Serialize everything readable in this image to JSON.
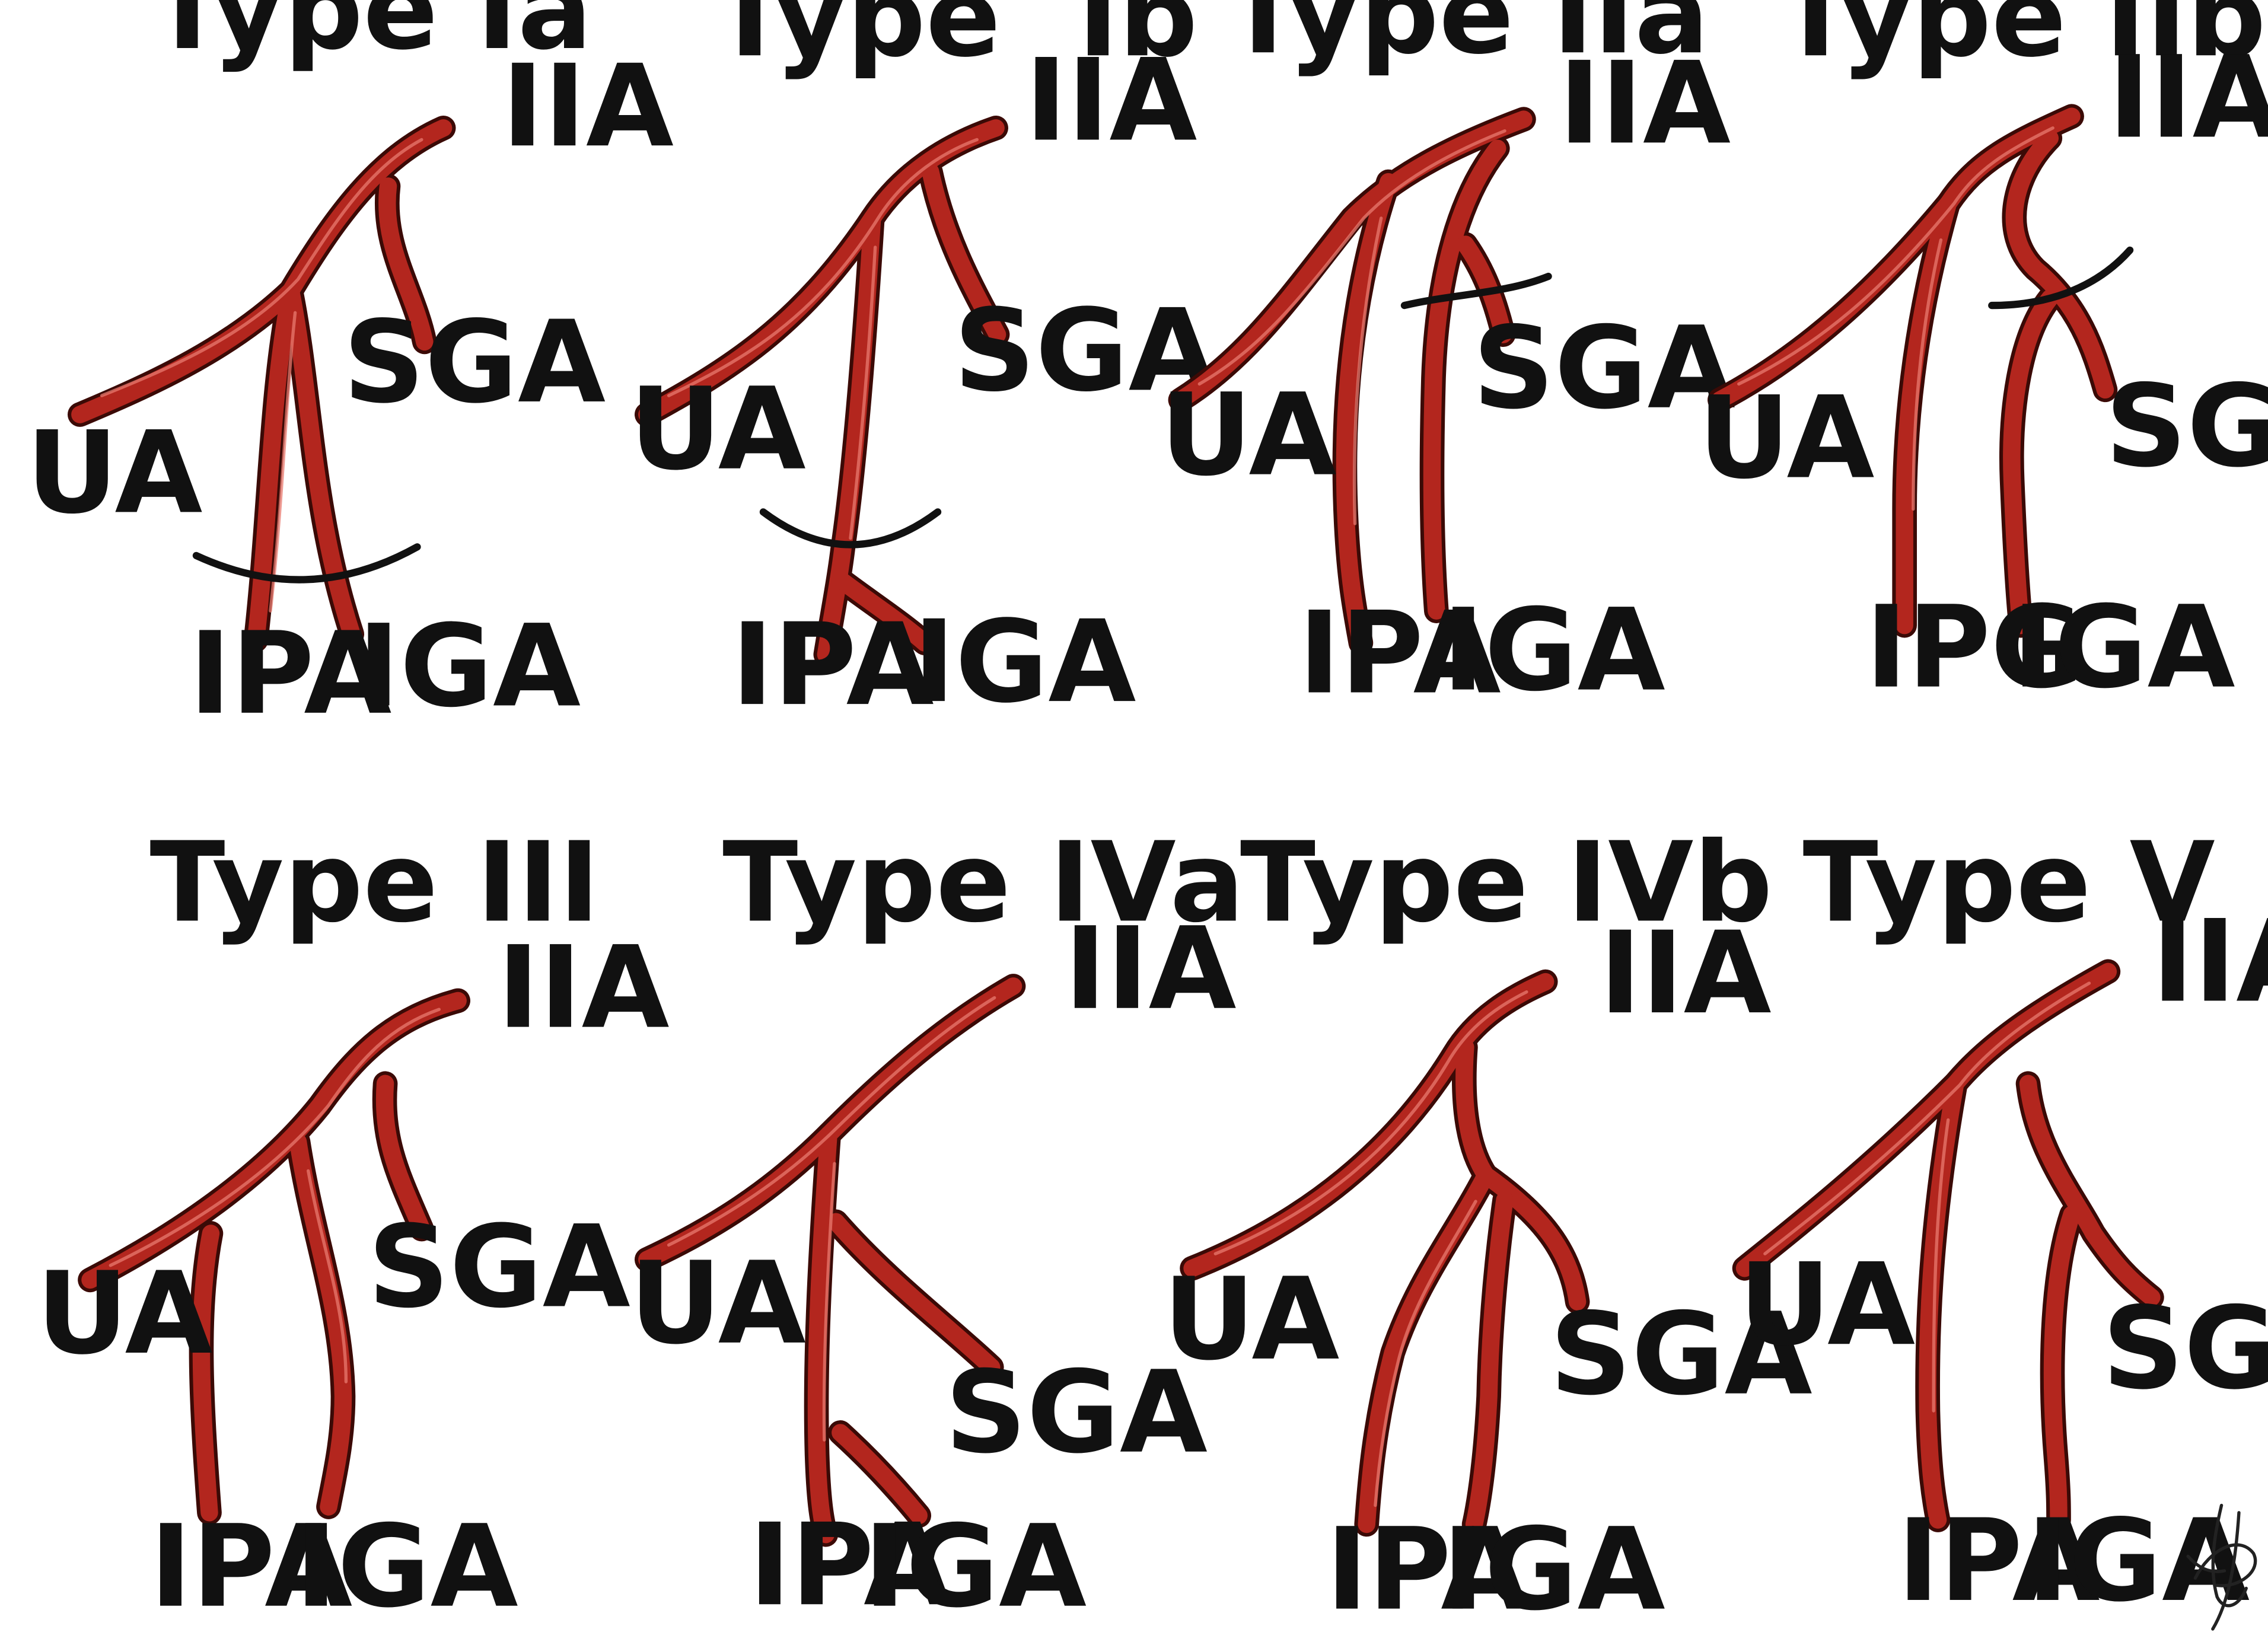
{
  "colors": {
    "vessel_fill": "#b3261e",
    "vessel_outline": "#3b0a06",
    "vessel_highlight": "#e8796f",
    "ligature": "#111111",
    "label": "#111111",
    "background": "#ffffff"
  },
  "panels": [
    {
      "title": "Type Ia",
      "labels": {
        "iia": "IIA",
        "ua": "UA",
        "sga": "SGA",
        "ipa": "IPA",
        "iga": "IGA"
      }
    },
    {
      "title": "Type  Ib",
      "labels": {
        "iia": "IIA",
        "ua": "UA",
        "sga": "SGA",
        "ipa": "IPA",
        "iga": "IGA"
      }
    },
    {
      "title": "Type IIa",
      "labels": {
        "iia": "IIA",
        "ua": "UA",
        "sga": "SGA",
        "ipa": "IPA",
        "iga": "IGA"
      }
    },
    {
      "title": "Type IIb",
      "labels": {
        "iia": "IIA",
        "ua": "UA",
        "sga": "SGA",
        "ipa": "IPG",
        "iga": "IGA"
      }
    },
    {
      "title": "Type III",
      "labels": {
        "iia": "IIA",
        "ua": "UA",
        "sga": "SGA",
        "ipa": "IPA",
        "iga": "IGA"
      }
    },
    {
      "title": "Type IVa",
      "labels": {
        "iia": "IIA",
        "ua": "UA",
        "sga": "SGA",
        "ipa": "IPA",
        "iga": "IGA"
      }
    },
    {
      "title": "Type IVb",
      "labels": {
        "iia": "IIA",
        "ua": "UA",
        "sga": "SGA",
        "ipa": "IPA",
        "iga": "IGA"
      }
    },
    {
      "title": "Type V",
      "labels": {
        "iia": "IIA",
        "ua": "UA",
        "sga": "SGA",
        "ipa": "IPA",
        "iga": "IGA"
      }
    }
  ],
  "signature": "artist-signature"
}
